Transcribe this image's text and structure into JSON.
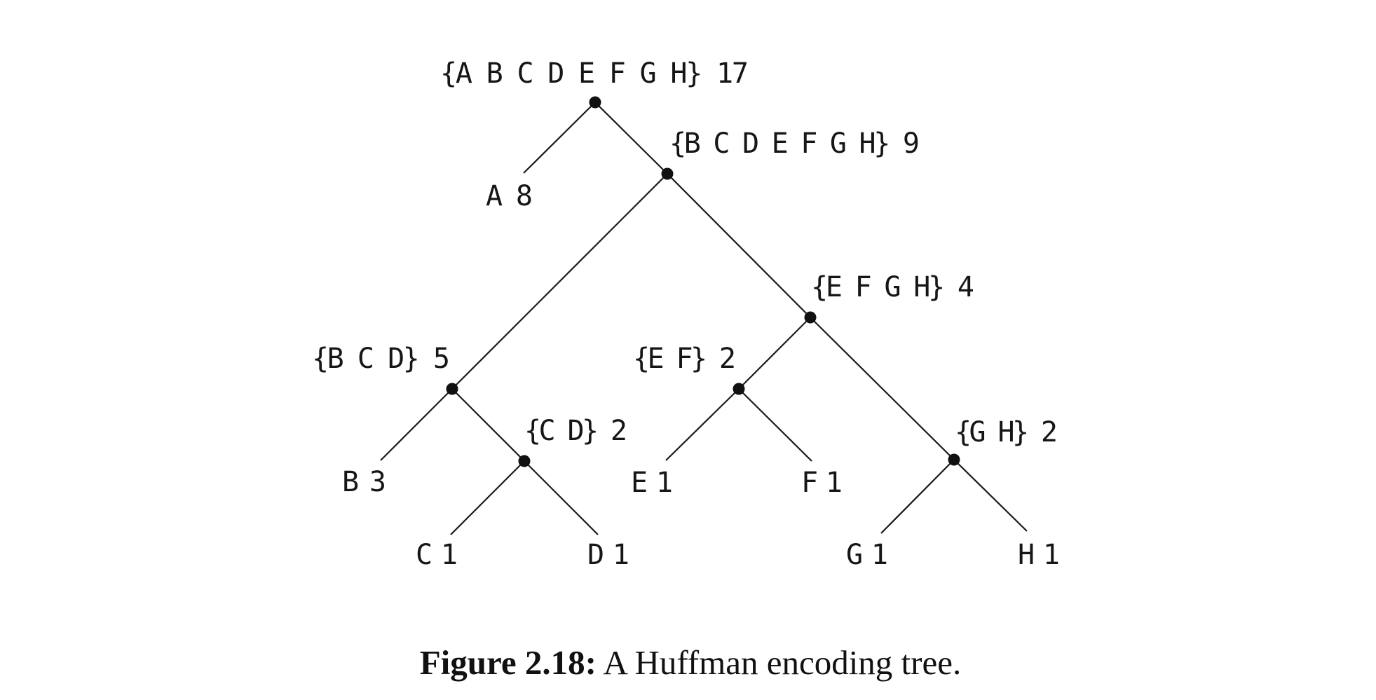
{
  "figure": {
    "caption": {
      "bold": "Figure 2.18:",
      "rest": " A Huffman encoding tree."
    },
    "tree": {
      "type": "huffman-encoding-tree",
      "nodes": {
        "root": "{A B C D E F G H} 17",
        "bcdefgh": "{B C D E F G H} 9",
        "efgh": "{E F G H} 4",
        "bcd": "{B C D} 5",
        "ef": "{E F} 2",
        "cd": "{C D} 2",
        "gh": "{G H} 2",
        "leaf_a": "A 8",
        "leaf_b": "B 3",
        "leaf_c": "C 1",
        "leaf_d": "D 1",
        "leaf_e": "E 1",
        "leaf_f": "F 1",
        "leaf_g": "G 1",
        "leaf_h": "H 1"
      },
      "weights": {
        "root": 17,
        "bcdefgh": 9,
        "efgh": 4,
        "bcd": 5,
        "ef": 2,
        "cd": 2,
        "gh": 2,
        "A": 8,
        "B": 3,
        "C": 1,
        "D": 1,
        "E": 1,
        "F": 1,
        "G": 1,
        "H": 1
      },
      "structure": {
        "root": [
          "A",
          "bcdefgh"
        ],
        "bcdefgh": [
          "bcd",
          "efgh"
        ],
        "bcd": [
          "B",
          "cd"
        ],
        "cd": [
          "C",
          "D"
        ],
        "efgh": [
          "ef",
          "gh"
        ],
        "ef": [
          "E",
          "F"
        ],
        "gh": [
          "G",
          "H"
        ]
      }
    }
  }
}
